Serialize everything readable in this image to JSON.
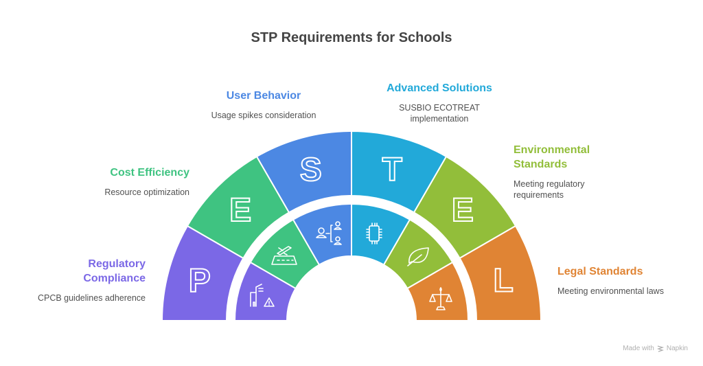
{
  "title": "STP Requirements for Schools",
  "segments": [
    {
      "letter": "P",
      "color": "#7B68E6",
      "heading": "Regulatory Compliance",
      "heading_lines": [
        "Regulatory",
        "Compliance"
      ],
      "description": "CPCB guidelines adherence",
      "icon": "building-warning-icon"
    },
    {
      "letter": "E",
      "color": "#3FC381",
      "heading": "Cost Efficiency",
      "description": "Resource optimization",
      "icon": "airplane-runway-icon"
    },
    {
      "letter": "S",
      "color": "#4C88E3",
      "heading": "User Behavior",
      "description": "Usage spikes consideration",
      "icon": "user-hierarchy-icon"
    },
    {
      "letter": "T",
      "color": "#22A9D9",
      "heading": "Advanced Solutions",
      "description": "SUSBIO ECOTREAT implementation",
      "description_lines": [
        "SUSBIO ECOTREAT",
        "implementation"
      ],
      "icon": "microchip-icon"
    },
    {
      "letter": "E",
      "color": "#92BE3A",
      "heading": "Environmental Standards",
      "heading_lines": [
        "Environmental",
        "Standards"
      ],
      "description": "Meeting regulatory requirements",
      "description_lines": [
        "Meeting regulatory",
        "requirements"
      ],
      "icon": "leaf-icon"
    },
    {
      "letter": "L",
      "color": "#E08434",
      "heading": "Legal Standards",
      "description": "Meeting environmental laws",
      "icon": "scales-icon"
    }
  ],
  "footer": {
    "made_with": "Made with",
    "brand": "Napkin"
  }
}
